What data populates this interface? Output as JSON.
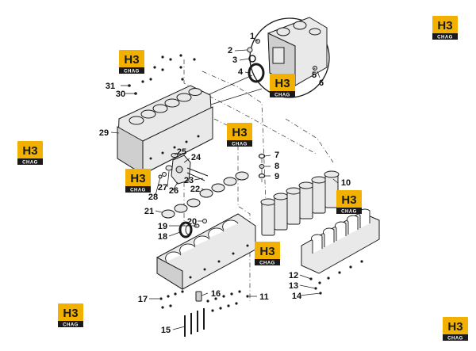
{
  "callouts": [
    "1",
    "2",
    "3",
    "4",
    "5",
    "6",
    "7",
    "8",
    "9",
    "10",
    "11",
    "12",
    "13",
    "14",
    "15",
    "16",
    "17",
    "18",
    "19",
    "20",
    "21",
    "22",
    "23",
    "24",
    "25",
    "26",
    "27",
    "28",
    "29",
    "30",
    "31"
  ],
  "watermark": {
    "mark": "H3",
    "text": "CHAG"
  },
  "colors": {
    "logo_yellow": "#f2b100",
    "ink": "#1a1a1a"
  }
}
